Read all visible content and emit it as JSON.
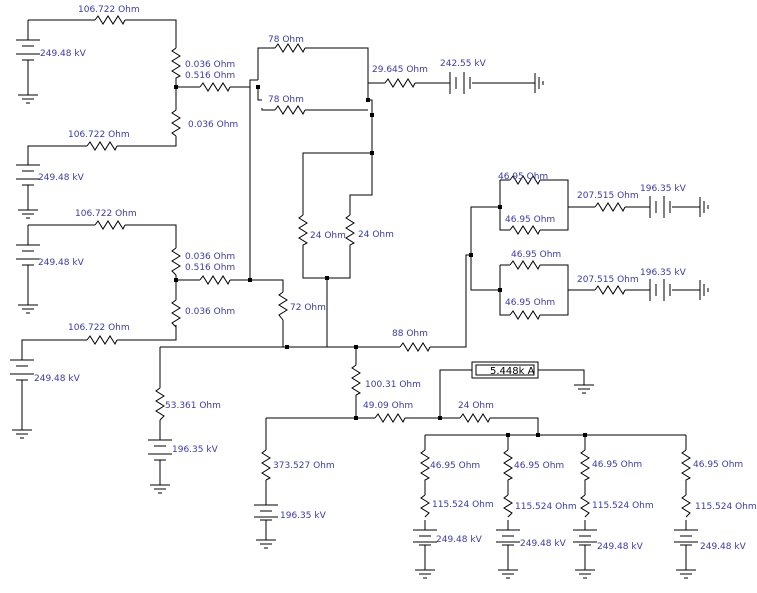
{
  "components": {
    "r_top1": "106.722  Ohm",
    "bat_top1": "249.48 kV",
    "r_a": "0.036  Ohm",
    "r_b": "0.516  Ohm",
    "r_c": "0.036  Ohm",
    "r_top2": "106.722  Ohm",
    "bat_top2": "249.48 kV",
    "r_78a": "78  Ohm",
    "r_78b": "78  Ohm",
    "r_29": "29.645  Ohm",
    "bat_242": "242.55 kV",
    "r_24a": "24  Ohm",
    "r_24b": "24  Ohm",
    "r_mid1": "106.722  Ohm",
    "bat_mid1": "249.48 kV",
    "r_d": "0.036  Ohm",
    "r_e": "0.516  Ohm",
    "r_f": "0.036  Ohm",
    "r_mid2": "106.722  Ohm",
    "bat_mid2": "249.48 kV",
    "r_72": "72  Ohm",
    "r_53": "53.361  Ohm",
    "bat_196a": "196.35 kV",
    "r_88": "88  Ohm",
    "r_4695a": "46.95  Ohm",
    "r_4695b": "46.95  Ohm",
    "r_207a": "207.515  Ohm",
    "bat_196b": "196.35 kV",
    "r_4695c": "46.95  Ohm",
    "r_4695d": "46.95  Ohm",
    "r_207b": "207.515  Ohm",
    "bat_196c": "196.35 kV",
    "meter": "5.448k  A",
    "r_100": "100.31  Ohm",
    "r_49": "49.09  Ohm",
    "r_24c": "24  Ohm",
    "r_373": "373.527  Ohm",
    "bat_196d": "196.35 kV",
    "r_b1a": "46.95  Ohm",
    "r_b1b": "115.524  Ohm",
    "bat_b1": "249.48 kV",
    "r_b2a": "46.95  Ohm",
    "r_b2b": "115.524  Ohm",
    "bat_b2": "249.48 kV",
    "r_b3a": "46.95  Ohm",
    "r_b3b": "115.524  Ohm",
    "bat_b3": "249.48 kV",
    "r_b4a": "46.95  Ohm",
    "r_b4b": "115.524  Ohm",
    "bat_b4": "249.48 kV"
  }
}
